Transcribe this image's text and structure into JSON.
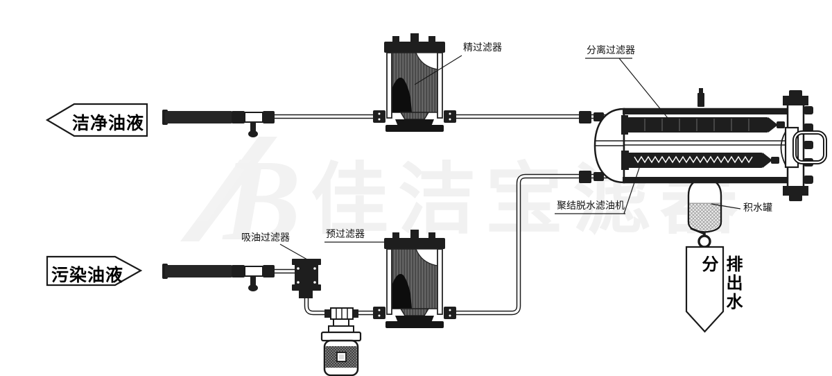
{
  "flow_labels": {
    "clean_oil": "洁净油液",
    "dirty_oil": "污染油液",
    "drain_water": "排出水分"
  },
  "component_labels": {
    "fine_filter": "精过滤器",
    "separation_filter": "分离过滤器",
    "coalescer_machine": "聚结脱水滤油机",
    "water_tank": "积水罐",
    "suction_filter": "吸油过滤器",
    "pre_filter": "预过滤器"
  },
  "watermark": {
    "brand_text": "佳洁宝滤器",
    "logo_text": "B"
  },
  "colors": {
    "line": "#1a1a1a",
    "dark_fill": "#1e1e1e",
    "watermark": "#f1f1f1",
    "background": "#ffffff"
  }
}
